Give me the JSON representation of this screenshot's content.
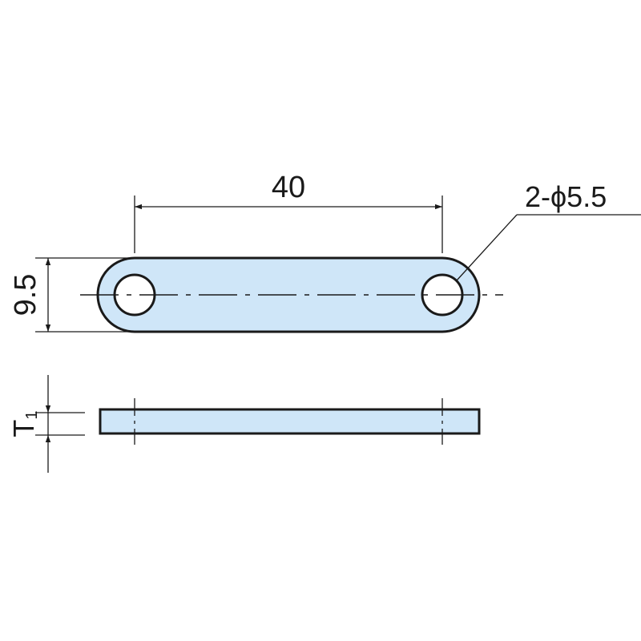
{
  "colors": {
    "part_fill": "#cfe6f8",
    "outline": "#1a1a1a",
    "background": "#ffffff"
  },
  "dimensions": {
    "length_label": "40",
    "width_label": "9.5",
    "hole_label": "2-ϕ5.5",
    "thickness_label": "T",
    "thickness_subscript": "1"
  }
}
